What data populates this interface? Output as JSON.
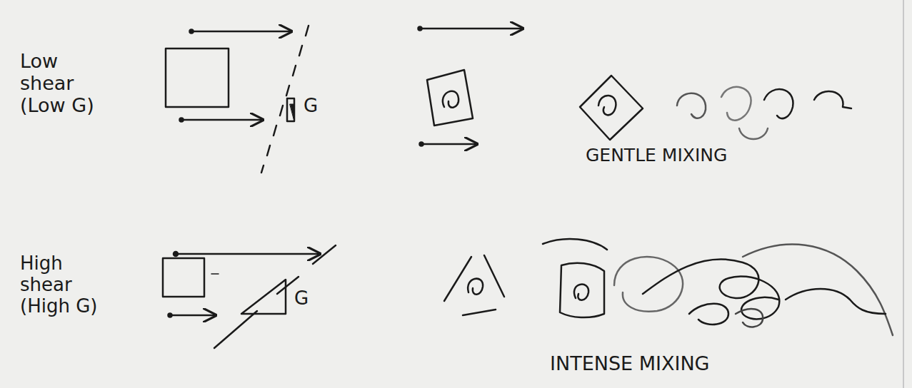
{
  "diagram": {
    "labels": [
      "Low shear (Low G)",
      "G",
      "GENTLE MIXING",
      "High shear (High G)",
      "G",
      "INTENSE MIXING"
    ]
  }
}
